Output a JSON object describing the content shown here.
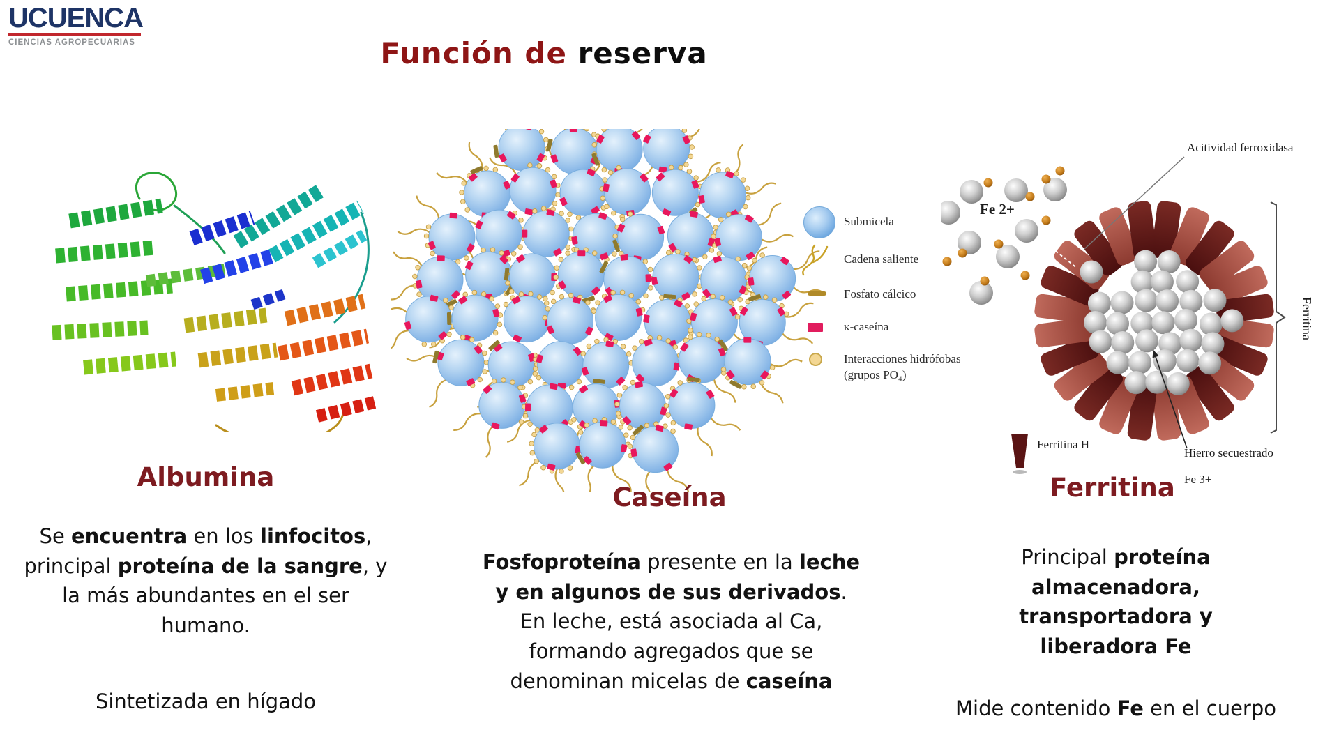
{
  "logo": {
    "title": "UCUENCA",
    "subtitle": "CIENCIAS AGROPECUARIAS"
  },
  "slide_title": {
    "red": "Función de ",
    "black": "reserva"
  },
  "albumina": {
    "heading": "Albumina",
    "body": [
      {
        "t": "Se ",
        "b": 0
      },
      {
        "t": "encuentra",
        "b": 1
      },
      {
        "t": " en los ",
        "b": 0
      },
      {
        "t": "linfocitos",
        "b": 1
      },
      {
        "t": ", principal ",
        "b": 0
      },
      {
        "t": "proteína de la sangre",
        "b": 1
      },
      {
        "t": ", y la más abundantes en el ser humano.",
        "b": 0
      }
    ],
    "note": "Sintetizada en hígado"
  },
  "caseina": {
    "heading": "Caseína",
    "body": [
      {
        "t": "Fosfoproteína",
        "b": 1
      },
      {
        "t": " presente en la ",
        "b": 0
      },
      {
        "t": "leche y en algunos de sus derivados",
        "b": 1
      },
      {
        "t": ". En leche, está asociada al Ca, formando agregados que se denominan micelas de ",
        "b": 0
      },
      {
        "t": "caseína",
        "b": 1
      }
    ],
    "legend": [
      {
        "label": "Submicela"
      },
      {
        "label": "Cadena saliente"
      },
      {
        "label": "Fosfato cálcico"
      },
      {
        "label": "κ-caseína"
      },
      {
        "label": "Interacciones hidrófobas",
        "label2": "(grupos PO₄)"
      }
    ]
  },
  "ferritina": {
    "heading": "Ferritina",
    "diagram_labels": {
      "fe2": "Fe 2+",
      "ferroxidasa": "Acitividad ferroxidasa",
      "side": "Ferritina",
      "ferritina_h": "Ferritina H",
      "hierro": "Hierro secuestrado",
      "fe3": "Fe 3+"
    },
    "body": [
      {
        "t": "Principal ",
        "b": 0
      },
      {
        "t": "proteína almacenadora, transportadora y liberadora Fe",
        "b": 1
      }
    ],
    "note": [
      {
        "t": "Mide contenido ",
        "b": 0
      },
      {
        "t": "Fe",
        "b": 1
      },
      {
        "t": " en el cuerpo",
        "b": 0
      }
    ]
  }
}
